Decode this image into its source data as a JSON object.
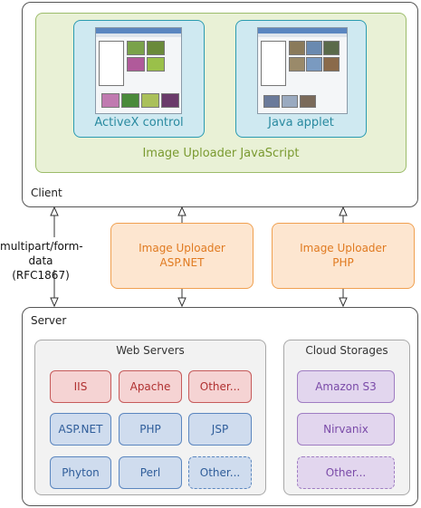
{
  "client": {
    "label": "Client",
    "javascript_label": "Image Uploader JavaScript",
    "activex_label": "ActiveX control",
    "java_label": "Java applet"
  },
  "protocol": {
    "line1": "multipart/form-data",
    "line2": "(RFC1867)"
  },
  "uploaders": {
    "aspnet_line1": "Image Uploader",
    "aspnet_line2": "ASP.NET",
    "php_line1": "Image Uploader",
    "php_line2": "PHP"
  },
  "server": {
    "label": "Server",
    "web_servers": {
      "title": "Web Servers",
      "row1": [
        "IIS",
        "Apache",
        "Other..."
      ],
      "row2": [
        "ASP.NET",
        "PHP",
        "JSP"
      ],
      "row3": [
        "Phyton",
        "Perl",
        "Other..."
      ]
    },
    "cloud_storages": {
      "title": "Cloud Storages",
      "items": [
        "Amazon S3",
        "Nirvanix",
        "Other..."
      ]
    }
  },
  "colors": {
    "javascript": "#e9f1d6",
    "widget": "#cfe9f1",
    "uploader": "#fde6d0",
    "web_server": "#f5d3d3",
    "platform": "#cfdcee",
    "cloud": "#e2d6ee"
  }
}
